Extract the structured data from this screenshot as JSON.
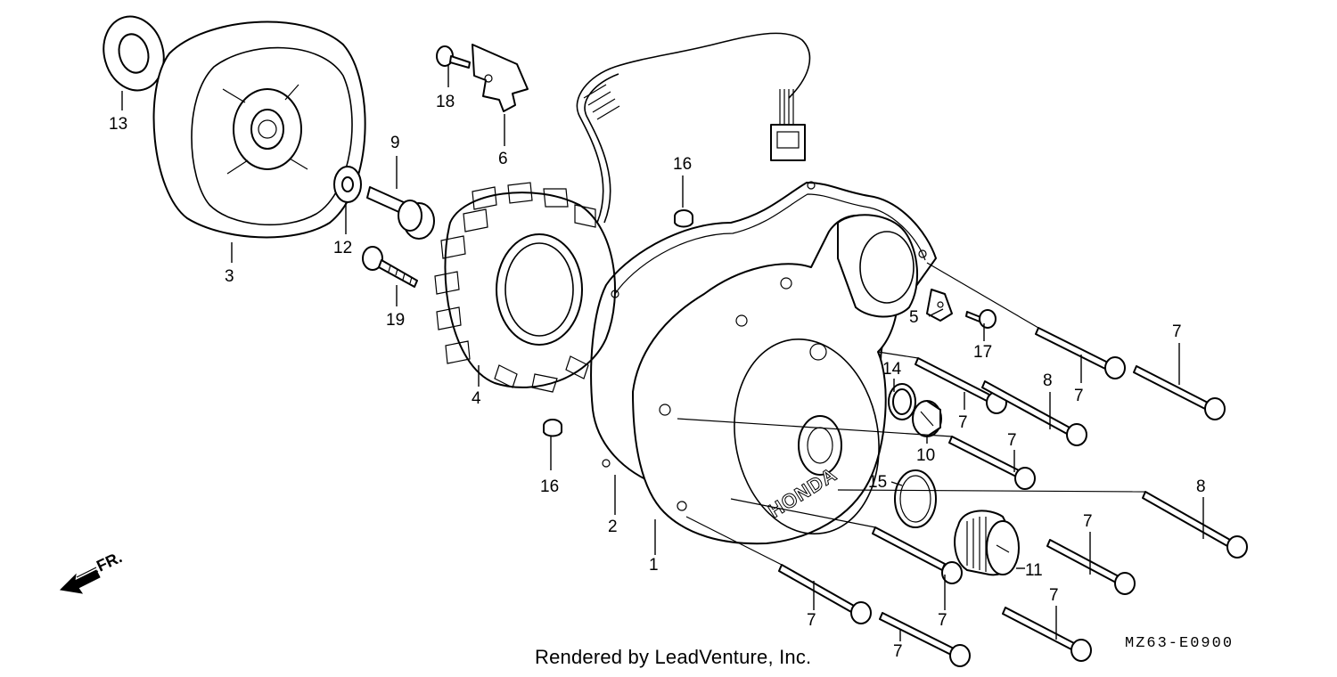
{
  "diagram": {
    "callouts": [
      {
        "id": "c1",
        "label": "1"
      },
      {
        "id": "c2",
        "label": "2"
      },
      {
        "id": "c3",
        "label": "3"
      },
      {
        "id": "c4",
        "label": "4"
      },
      {
        "id": "c5",
        "label": "5"
      },
      {
        "id": "c6",
        "label": "6"
      },
      {
        "id": "c7a",
        "label": "7"
      },
      {
        "id": "c7b",
        "label": "7"
      },
      {
        "id": "c7c",
        "label": "7"
      },
      {
        "id": "c7d",
        "label": "7"
      },
      {
        "id": "c7e",
        "label": "7"
      },
      {
        "id": "c7f",
        "label": "7"
      },
      {
        "id": "c7g",
        "label": "7"
      },
      {
        "id": "c7h",
        "label": "7"
      },
      {
        "id": "c7i",
        "label": "7"
      },
      {
        "id": "c8a",
        "label": "8"
      },
      {
        "id": "c8b",
        "label": "8"
      },
      {
        "id": "c9",
        "label": "9"
      },
      {
        "id": "c10",
        "label": "10"
      },
      {
        "id": "c11",
        "label": "11"
      },
      {
        "id": "c12",
        "label": "12"
      },
      {
        "id": "c13",
        "label": "13"
      },
      {
        "id": "c14",
        "label": "14"
      },
      {
        "id": "c15",
        "label": "15"
      },
      {
        "id": "c16a",
        "label": "16"
      },
      {
        "id": "c16b",
        "label": "16"
      },
      {
        "id": "c17",
        "label": "17"
      },
      {
        "id": "c18",
        "label": "18"
      },
      {
        "id": "c19",
        "label": "19"
      }
    ],
    "direction_label": "FR.",
    "cover_brand": "HONDA"
  },
  "footer": {
    "credit": "Rendered by LeadVenture, Inc.",
    "diagram_code": "MZ63-E0900"
  }
}
